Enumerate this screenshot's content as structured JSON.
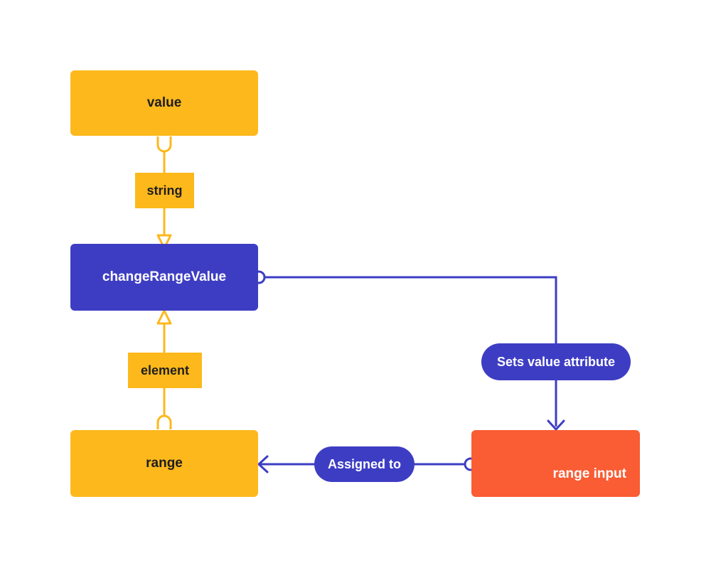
{
  "nodes": {
    "value": "value",
    "change_range_value": "changeRangeValue",
    "range": "range",
    "range_input": "range input"
  },
  "edge_labels": {
    "string": "string",
    "element": "element",
    "sets_value_attribute": "Sets value attribute",
    "assigned_to": "Assigned to"
  },
  "colors": {
    "yellow": "#fdb81c",
    "blue": "#3d3dc4",
    "orange": "#fa5c33"
  }
}
